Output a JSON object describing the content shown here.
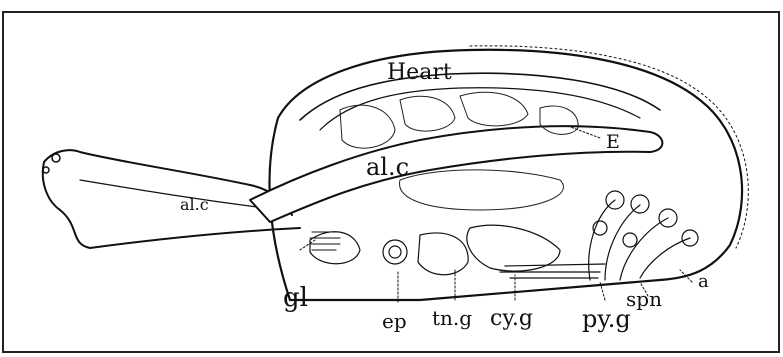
{
  "labels": {
    "heart": "Heart",
    "alc_main": "al.c",
    "alc_left": "al.c",
    "e": "E",
    "gl": "gl",
    "ep": "ep",
    "tng": "tn.g",
    "cyg": "cy.g",
    "pyg": "py.g",
    "spn": "spn",
    "a": "a"
  }
}
